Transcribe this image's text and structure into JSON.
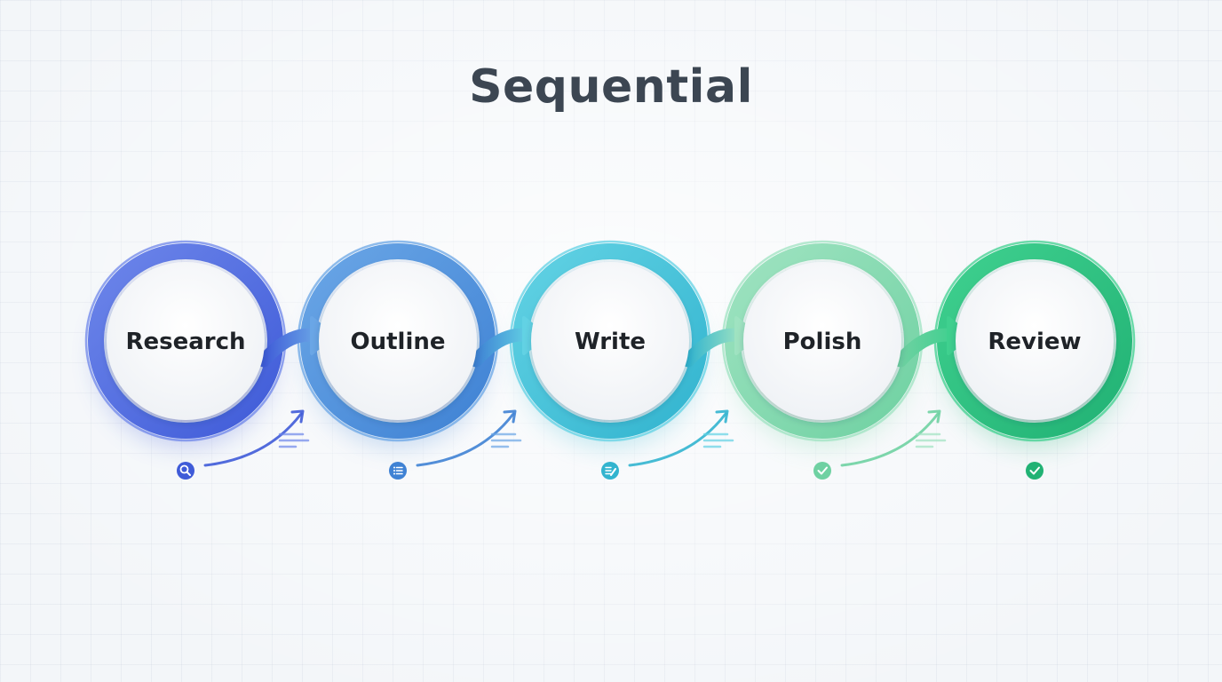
{
  "title": "Sequential",
  "steps": [
    {
      "label": "Research",
      "icon": "search-icon",
      "color": "#3f5bd8",
      "color_light": "#6d86ea"
    },
    {
      "label": "Outline",
      "icon": "list-icon",
      "color": "#3f82d4",
      "color_light": "#6aa6e6"
    },
    {
      "label": "Write",
      "icon": "edit-icon",
      "color": "#32b4cf",
      "color_light": "#62d2e4"
    },
    {
      "label": "Polish",
      "icon": "check-icon",
      "color": "#6fd1a2",
      "color_light": "#9fe3c1"
    },
    {
      "label": "Review",
      "icon": "check-icon",
      "color": "#21b274",
      "color_light": "#3fd08f"
    }
  ]
}
